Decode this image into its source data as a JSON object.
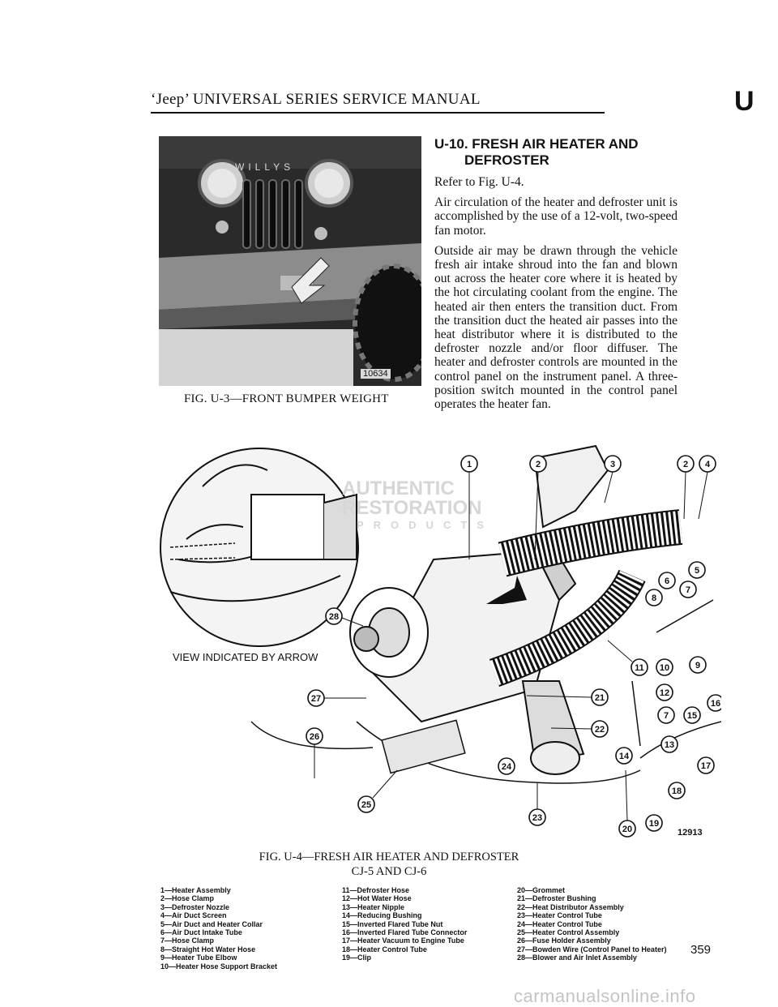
{
  "header": {
    "title": "‘Jeep’ UNIVERSAL SERIES SERVICE MANUAL",
    "section_letter": "U"
  },
  "figure3": {
    "photo_tag": "10634",
    "caption": "FIG. U-3—FRONT BUMPER WEIGHT",
    "grille_text": "WILLYS"
  },
  "section": {
    "heading_line1": "U-10. FRESH AIR HEATER AND",
    "heading_line2": "DEFROSTER",
    "paragraphs": [
      "Refer to Fig. U-4.",
      "Air circulation of the heater and defroster unit is accomplished by the use of a 12-volt, two-speed fan motor.",
      "Outside air may be drawn through the vehicle fresh air intake shroud into the fan and blown out across the heater core where it is heated by the hot circulating coolant from the engine. The heated air then enters the transition duct. From the transi­tion duct the heated air passes into the heat distri­butor where it is distributed to the defroster nozzle and/or floor diffuser. The heater and defroster controls are mounted in the control panel on the instrument panel. A three-position switch mounted in the control panel operates the heater fan."
    ]
  },
  "figure4": {
    "inset_label": "VIEW INDICATED BY ARROW",
    "figure_number": "12913",
    "watermark_line1": "AUTHENTIC",
    "watermark_line2": "RESTORATION",
    "watermark_line3": "PRODUCTS",
    "caption_line1": "FIG. U-4—FRESH AIR HEATER AND DEFROSTER",
    "caption_line2": "CJ-5 AND CJ-6",
    "callouts": [
      "1",
      "2",
      "3",
      "2",
      "4",
      "5",
      "6",
      "7",
      "8",
      "9",
      "10",
      "11",
      "12",
      "7",
      "13",
      "14",
      "15",
      "16",
      "17",
      "18",
      "19",
      "20",
      "21",
      "22",
      "23",
      "24",
      "25",
      "26",
      "27",
      "28"
    ]
  },
  "legend": {
    "col1": [
      "1—Heater Assembly",
      "2—Hose Clamp",
      "3—Defroster Nozzle",
      "4—Air Duct Screen",
      "5—Air Duct and Heater Collar",
      "6—Air Duct Intake Tube",
      "7—Hose Clamp",
      "8—Straight Hot Water Hose",
      "9—Heater Tube Elbow",
      "10—Heater Hose Support Bracket"
    ],
    "col2": [
      "11—Defroster Hose",
      "12—Hot Water Hose",
      "13—Heater Nipple",
      "14—Reducing Bushing",
      "15—Inverted Flared Tube Nut",
      "16—Inverted Flared Tube Connector",
      "17—Heater Vacuum to Engine Tube",
      "18—Heater Control Tube",
      "19—Clip"
    ],
    "col3": [
      "20—Grommet",
      "21—Defroster Bushing",
      "22—Heat Distributor Assembly",
      "23—Heater Control Tube",
      "24—Heater Control Tube",
      "25—Heater Control Assembly",
      "26—Fuse Holder Assembly",
      "27—Bowden Wire (Control Panel to Heater)",
      "28—Blower and Air Inlet Assembly"
    ]
  },
  "page_number": "359",
  "watermark": "carmanualsonline.info"
}
